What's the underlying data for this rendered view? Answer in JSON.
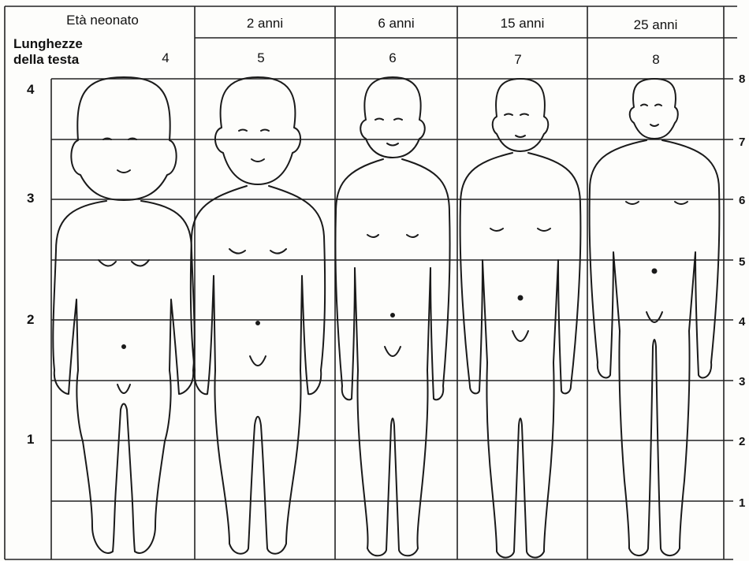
{
  "header": {
    "unit_label_line1": "Lunghezze",
    "unit_label_line2": "della testa"
  },
  "columns": [
    {
      "age": "Età neonato",
      "head_count": "4"
    },
    {
      "age": "2 anni",
      "head_count": "5"
    },
    {
      "age": "6 anni",
      "head_count": "6"
    },
    {
      "age": "15 anni",
      "head_count": "7"
    },
    {
      "age": "25 anni",
      "head_count": "8"
    }
  ],
  "left_scale": [
    "4",
    "3",
    "2",
    "1"
  ],
  "right_scale": [
    "8",
    "7",
    "6",
    "5",
    "4",
    "3",
    "2",
    "1"
  ],
  "colors": {
    "line": "#1a1a1a",
    "grid": "#222222",
    "paper": "#fdfdfb"
  }
}
